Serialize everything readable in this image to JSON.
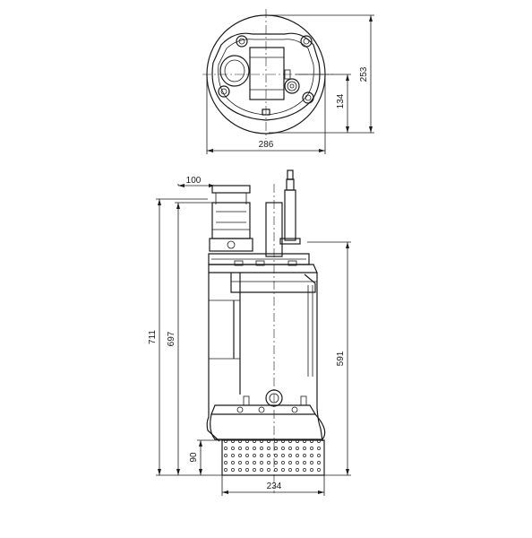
{
  "top_view": {
    "width_label": "286",
    "height_label": "253",
    "offset_label": "134"
  },
  "side_view": {
    "outlet_label": "100",
    "overall_height_label": "711",
    "outlet_height_label": "697",
    "body_height_label": "591",
    "strainer_height_label": "90",
    "strainer_width_label": "234"
  }
}
